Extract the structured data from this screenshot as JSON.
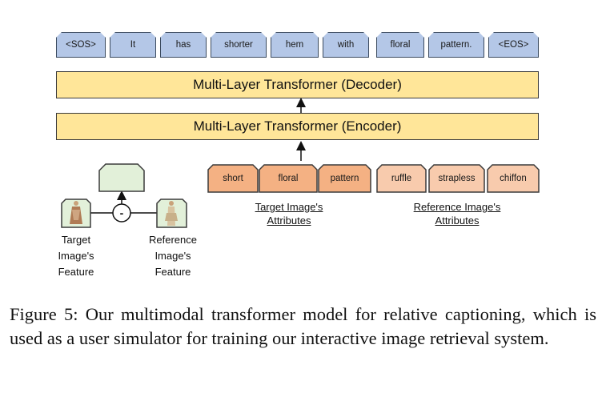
{
  "tokens": [
    "<SOS>",
    "It",
    "has",
    "shorter",
    "hem",
    "with",
    "floral",
    "pattern.",
    "<EOS>"
  ],
  "decoder_label": "Multi-Layer Transformer (Decoder)",
  "encoder_label": "Multi-Layer Transformer (Encoder)",
  "target_attributes": [
    "short",
    "floral",
    "pattern"
  ],
  "reference_attributes": [
    "ruffle",
    "strapless",
    "chiffon"
  ],
  "target_attributes_caption": [
    "Target Image's",
    "Attributes"
  ],
  "reference_attributes_caption": [
    "Reference Image's",
    "Attributes"
  ],
  "target_feature_caption": [
    "Target",
    "Image's",
    "Feature"
  ],
  "reference_feature_caption": [
    "Reference",
    "Image's",
    "Feature"
  ],
  "diff_operator": "-",
  "colors": {
    "token_fill": "#b4c7e7",
    "transformer_fill": "#ffe699",
    "target_attr_fill": "#f4b183",
    "reference_attr_fill": "#f8cbad",
    "feature_fill": "#e2f0d9"
  },
  "figure_caption": "Figure 5: Our multimodal transformer model for relative captioning, which is used as a user simulator for training our interactive image retrieval system."
}
